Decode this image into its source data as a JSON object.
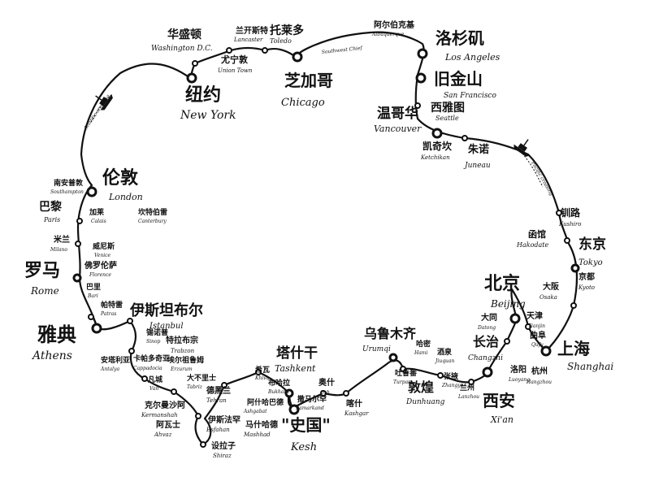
{
  "labels": [
    {
      "id": "washington",
      "zh": "华盛顿",
      "en": "Washington D.C."
    },
    {
      "id": "new-york",
      "zh": "纽约",
      "en": "New York"
    },
    {
      "id": "lancaster",
      "zh": "兰开斯特",
      "en": "Lancaster"
    },
    {
      "id": "union-town",
      "zh": "尤宁敦",
      "en": "Union Town"
    },
    {
      "id": "toledo",
      "zh": "托莱多",
      "en": "Toledo"
    },
    {
      "id": "chicago",
      "zh": "芝加哥",
      "en": "Chicago"
    },
    {
      "id": "albuquerque",
      "zh": "阿尔伯克基",
      "en": "Albuquerque"
    },
    {
      "id": "southwest-chief",
      "zh": "",
      "en": "Southwest Chief"
    },
    {
      "id": "los-angeles",
      "zh": "洛杉矶",
      "en": "Los Angeles"
    },
    {
      "id": "san-francisco",
      "zh": "旧金山",
      "en": "San Francisco"
    },
    {
      "id": "seattle",
      "zh": "西雅图",
      "en": "Seattle"
    },
    {
      "id": "vancouver",
      "zh": "温哥华",
      "en": "Vancouver"
    },
    {
      "id": "ketchikan",
      "zh": "凯奇坎",
      "en": "Ketchikan"
    },
    {
      "id": "juneau",
      "zh": "朱诺",
      "en": "Juneau"
    },
    {
      "id": "kushiro",
      "zh": "钏路",
      "en": "Kushiro"
    },
    {
      "id": "hakodate",
      "zh": "函馆",
      "en": "Hakodate"
    },
    {
      "id": "tokyo",
      "zh": "东京",
      "en": "Tokyo"
    },
    {
      "id": "kyoto",
      "zh": "京都",
      "en": "Kyoto"
    },
    {
      "id": "osaka",
      "zh": "大阪",
      "en": "Osaka"
    },
    {
      "id": "shanghai",
      "zh": "上海",
      "en": "Shanghai"
    },
    {
      "id": "hangzhou",
      "zh": "杭州",
      "en": "Hangzhou"
    },
    {
      "id": "qufu",
      "zh": "曲阜",
      "en": "Qufu"
    },
    {
      "id": "tianjin",
      "zh": "天津",
      "en": "Tianjin"
    },
    {
      "id": "beijing",
      "zh": "北京",
      "en": "Beijing"
    },
    {
      "id": "datong",
      "zh": "大同",
      "en": "Datong"
    },
    {
      "id": "changzhi",
      "zh": "长治",
      "en": "Changzhi"
    },
    {
      "id": "luoyang",
      "zh": "洛阳",
      "en": "Luoyang"
    },
    {
      "id": "xian",
      "zh": "西安",
      "en": "Xi'an"
    },
    {
      "id": "lanzhou",
      "zh": "兰州",
      "en": "Lanzhou"
    },
    {
      "id": "zhangye",
      "zh": "张掖",
      "en": "Zhangye"
    },
    {
      "id": "jiuquan",
      "zh": "酒泉",
      "en": "Jiuquan"
    },
    {
      "id": "hami",
      "zh": "哈密",
      "en": "Hami"
    },
    {
      "id": "dunhuang",
      "zh": "敦煌",
      "en": "Dunhuang"
    },
    {
      "id": "turpan",
      "zh": "吐鲁番",
      "en": "Turpan"
    },
    {
      "id": "urumqi",
      "zh": "乌鲁木齐",
      "en": "Urumqi"
    },
    {
      "id": "kashgar",
      "zh": "喀什",
      "en": "Kashgar"
    },
    {
      "id": "osh",
      "zh": "奥什",
      "en": "Osh"
    },
    {
      "id": "samarkand",
      "zh": "撒马尔罕",
      "en": "Samarkand"
    },
    {
      "id": "tashkent",
      "zh": "塔什干",
      "en": "Tashkent"
    },
    {
      "id": "kesh",
      "zh": "\"史国\"",
      "en": "Kesh"
    },
    {
      "id": "bukhara",
      "zh": "布哈拉",
      "en": "Bukhara"
    },
    {
      "id": "khiva",
      "zh": "希瓦",
      "en": "Khiva"
    },
    {
      "id": "ashgabat",
      "zh": "阿什哈巴德",
      "en": "Ashgabat"
    },
    {
      "id": "mashhad",
      "zh": "马什哈德",
      "en": "Mashhad"
    },
    {
      "id": "tehran",
      "zh": "德黑兰",
      "en": "Tehran"
    },
    {
      "id": "esfahan",
      "zh": "伊斯法罕",
      "en": "Esfahan"
    },
    {
      "id": "shiraz",
      "zh": "设拉子",
      "en": "Shiraz"
    },
    {
      "id": "ahvaz",
      "zh": "阿瓦士",
      "en": "Ahvaz"
    },
    {
      "id": "kermanshah",
      "zh": "克尔曼沙阿",
      "en": "Kermanshah"
    },
    {
      "id": "tabriz",
      "zh": "大不里士",
      "en": "Tabriz"
    },
    {
      "id": "van",
      "zh": "凡城",
      "en": "Van"
    },
    {
      "id": "erzurum",
      "zh": "埃尔祖鲁姆",
      "en": "Erzurum"
    },
    {
      "id": "trabzon",
      "zh": "特拉布宗",
      "en": "Trabzon"
    },
    {
      "id": "cappadocia",
      "zh": "卡帕多奇亚",
      "en": "Cappadocia"
    },
    {
      "id": "sinop",
      "zh": "锡诺普",
      "en": "Sinop"
    },
    {
      "id": "antalya",
      "zh": "安塔利亚",
      "en": "Antalya"
    },
    {
      "id": "istanbul",
      "zh": "伊斯坦布尔",
      "en": "Istanbul"
    },
    {
      "id": "athens",
      "zh": "雅典",
      "en": "Athens"
    },
    {
      "id": "patras",
      "zh": "帕特雷",
      "en": "Patras"
    },
    {
      "id": "bari",
      "zh": "巴里",
      "en": "Bari"
    },
    {
      "id": "rome",
      "zh": "罗马",
      "en": "Rome"
    },
    {
      "id": "florence",
      "zh": "佛罗伦萨",
      "en": "Florence"
    },
    {
      "id": "venice",
      "zh": "威尼斯",
      "en": "Venice"
    },
    {
      "id": "milano",
      "zh": "米兰",
      "en": "Milano"
    },
    {
      "id": "paris",
      "zh": "巴黎",
      "en": "Paris"
    },
    {
      "id": "calais",
      "zh": "加莱",
      "en": "Calais"
    },
    {
      "id": "canterbury",
      "zh": "坎特伯雷",
      "en": "Canterbury"
    },
    {
      "id": "southampton",
      "zh": "南安普敦",
      "en": "Southampton"
    },
    {
      "id": "london",
      "zh": "伦敦",
      "en": "London"
    }
  ],
  "legs": [
    {
      "id": "pacific-crossing",
      "text": "Pacific crossing"
    },
    {
      "id": "atlantic-crossing",
      "text": "Atlantic crossing"
    }
  ]
}
